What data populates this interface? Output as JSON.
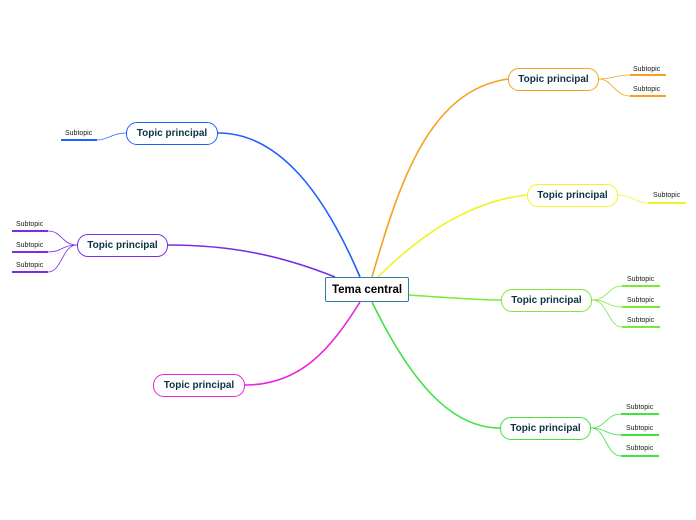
{
  "central": {
    "label": "Tema central"
  },
  "topics": [
    {
      "id": "t1",
      "label": "Topic principal",
      "color": "#1f5fff",
      "subtopics": [
        {
          "label": "Subtopic"
        }
      ]
    },
    {
      "id": "t2",
      "label": "Topic principal",
      "color": "#7b2be8",
      "subtopics": [
        {
          "label": "Subtopic"
        },
        {
          "label": "Subtopic"
        },
        {
          "label": "Subtopic"
        }
      ]
    },
    {
      "id": "t3",
      "label": "Topic principal",
      "color": "#ea22e0",
      "subtopics": []
    },
    {
      "id": "t4",
      "label": "Topic principal",
      "color": "#f5a01f",
      "subtopics": [
        {
          "label": "Subtopic"
        },
        {
          "label": "Subtopic"
        }
      ]
    },
    {
      "id": "t5",
      "label": "Topic principal",
      "color": "#f2f22a",
      "subtopics": [
        {
          "label": "Subtopic"
        }
      ]
    },
    {
      "id": "t6",
      "label": "Topic principal",
      "color": "#7ee836",
      "subtopics": [
        {
          "label": "Subtopic"
        },
        {
          "label": "Subtopic"
        },
        {
          "label": "Subtopic"
        }
      ]
    },
    {
      "id": "t7",
      "label": "Topic principal",
      "color": "#3fe23f",
      "subtopics": [
        {
          "label": "Subtopic"
        },
        {
          "label": "Subtopic"
        },
        {
          "label": "Subtopic"
        }
      ]
    }
  ]
}
